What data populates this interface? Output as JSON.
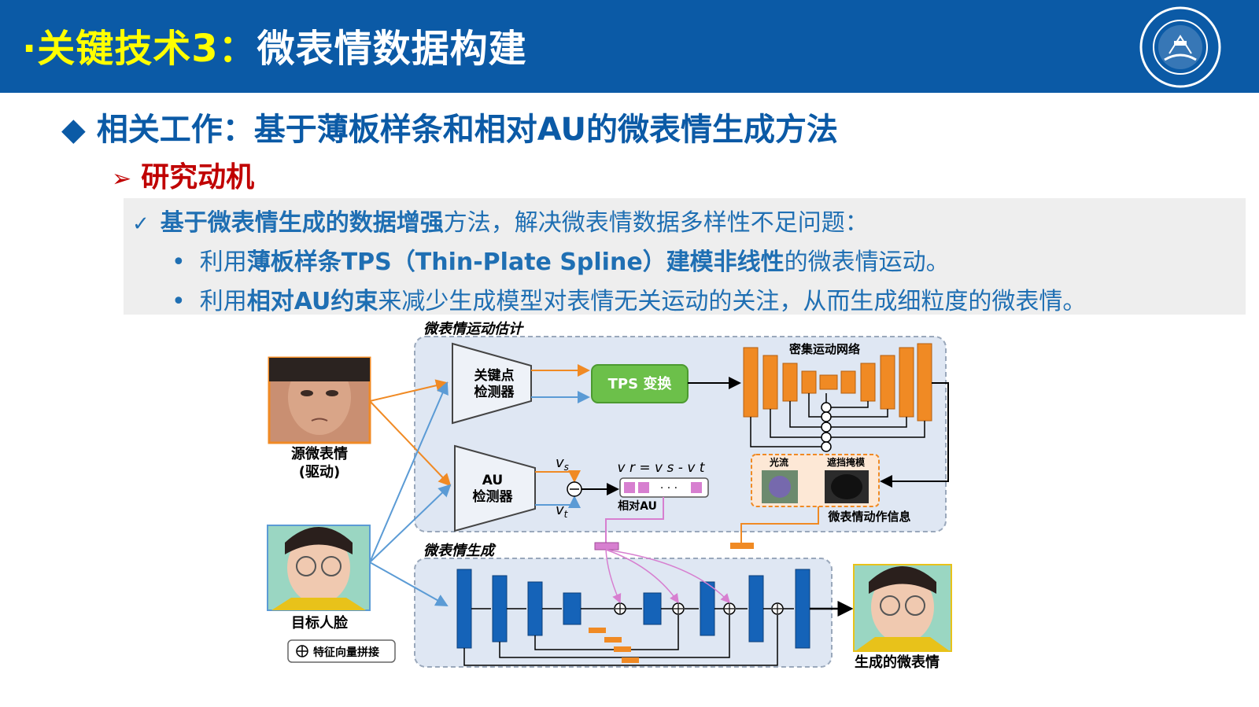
{
  "header": {
    "title_prefix": "·关键技术3：",
    "title_main": "微表情数据构建"
  },
  "section": {
    "heading": "相关工作：基于薄板样条和相对AU的微表情生成方法",
    "subheading": "研究动机"
  },
  "bullets": {
    "main_bold": "基于微表情生成的数据增强",
    "main_rest": "方法，解决微表情数据多样性不足问题：",
    "b1_pre": "利用",
    "b1_bold": "薄板样条TPS（Thin-Plate Spline）建模非线性",
    "b1_rest": "的微表情运动。",
    "b2_pre": "利用",
    "b2_bold": "相对AU约束",
    "b2_rest": "来减少生成模型对表情无关运动的关注，从而生成细粒度的微表情。"
  },
  "diagram": {
    "motion_title": "微表情运动估计",
    "gen_title": "微表情生成",
    "keypoint_l1": "关键点",
    "keypoint_l2": "检测器",
    "tps": "TPS 变换",
    "dense_net": "密集运动网络",
    "au_l1": "AU",
    "au_l2": "检测器",
    "vs": "v",
    "vs_sub": "s",
    "vt": "v",
    "vt_sub": "t",
    "formula": "v r = v s - v t",
    "rel_au": "相对AU",
    "flow": "光流",
    "occlusion": "遮挡掩模",
    "motion_info": "微表情动作信息",
    "src_l1": "源微表情",
    "src_l2": "(驱动)",
    "target": "目标人脸",
    "generated": "生成的微表情",
    "concat": "特征向量拼接"
  },
  "colors": {
    "header_bg": "#0b5aa6",
    "title_yellow": "#ffff00",
    "heading_blue": "#0b5aa6",
    "sub_red": "#c00000",
    "orange": "#f08a24",
    "green": "#6cc04a",
    "block_blue": "#1563b8",
    "pink": "#d77fd0",
    "panel_bg": "#dfe7f3"
  }
}
